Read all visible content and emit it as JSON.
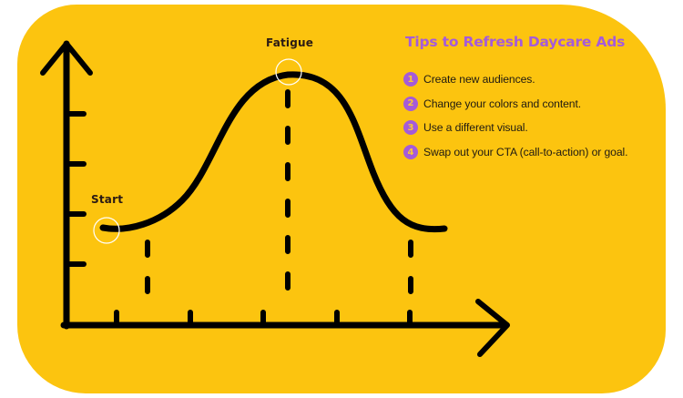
{
  "colors": {
    "background": "#FCC40F",
    "accent": "#A55BD9",
    "line": "#000000",
    "marker": "#FFFFFF",
    "text": "#2a1a14"
  },
  "diagram": {
    "type": "ad-fatigue-curve",
    "start_label": "Start",
    "peak_label": "Fatigue"
  },
  "tips": {
    "title": "Tips to Refresh Daycare Ads",
    "items": [
      {
        "number": "1",
        "text": "Create new audiences."
      },
      {
        "number": "2",
        "text": "Change your colors and content."
      },
      {
        "number": "3",
        "text": "Use a different visual."
      },
      {
        "number": "4",
        "text": "Swap out your CTA (call-to-action) or goal."
      }
    ]
  }
}
